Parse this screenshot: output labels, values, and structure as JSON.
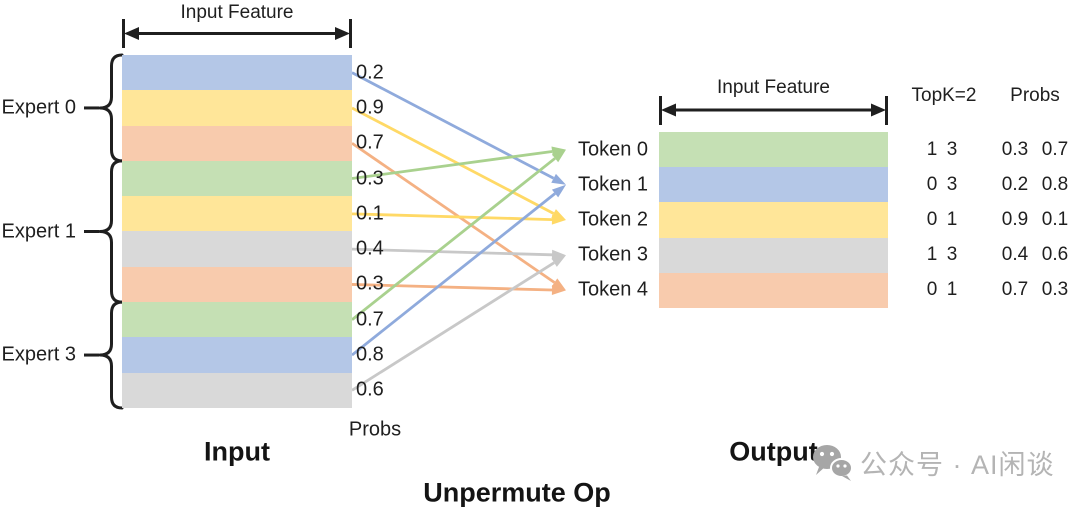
{
  "input": {
    "feature_label": "Input Feature",
    "caption": "Input",
    "probs_caption": "Probs",
    "experts": [
      {
        "label": "Expert 0",
        "rows": [
          0,
          3
        ]
      },
      {
        "label": "Expert 1",
        "rows": [
          3,
          7
        ]
      },
      {
        "label": "Expert 3",
        "rows": [
          7,
          10
        ]
      }
    ],
    "rows": [
      {
        "color": "blue",
        "prob": "0.2",
        "token": 1
      },
      {
        "color": "yellow",
        "prob": "0.9",
        "token": 2
      },
      {
        "color": "orange",
        "prob": "0.7",
        "token": 4
      },
      {
        "color": "green",
        "prob": "0.3",
        "token": 0
      },
      {
        "color": "yellow",
        "prob": "0.1",
        "token": 2
      },
      {
        "color": "gray",
        "prob": "0.4",
        "token": 3
      },
      {
        "color": "orange",
        "prob": "0.3",
        "token": 4
      },
      {
        "color": "green",
        "prob": "0.7",
        "token": 0
      },
      {
        "color": "blue",
        "prob": "0.8",
        "token": 1
      },
      {
        "color": "gray",
        "prob": "0.6",
        "token": 3
      }
    ]
  },
  "tokens": [
    "Token 0",
    "Token 1",
    "Token 2",
    "Token 3",
    "Token 4"
  ],
  "output": {
    "feature_label": "Input Feature",
    "caption": "Output",
    "topk_header": "TopK=2",
    "probs_header": "Probs",
    "rows": [
      {
        "color": "green",
        "topk": [
          "1",
          "3"
        ],
        "probs": [
          "0.3",
          "0.7"
        ]
      },
      {
        "color": "blue",
        "topk": [
          "0",
          "3"
        ],
        "probs": [
          "0.2",
          "0.8"
        ]
      },
      {
        "color": "yellow",
        "topk": [
          "0",
          "1"
        ],
        "probs": [
          "0.9",
          "0.1"
        ]
      },
      {
        "color": "gray",
        "topk": [
          "1",
          "3"
        ],
        "probs": [
          "0.4",
          "0.6"
        ]
      },
      {
        "color": "orange",
        "topk": [
          "0",
          "1"
        ],
        "probs": [
          "0.7",
          "0.3"
        ]
      }
    ]
  },
  "operation_label": "Unpermute Op",
  "watermark": {
    "icon": "wechat-icon",
    "text": "公众号 · AI闲谈"
  },
  "colors": {
    "row_fills": {
      "blue": "#B4C7E7",
      "yellow": "#FFE699",
      "orange": "#F8CBAD",
      "green": "#C5E0B4",
      "gray": "#D9D9D9"
    },
    "arrow_strokes": {
      "blue": "#8FAADC",
      "yellow": "#FFD966",
      "orange": "#F4B183",
      "green": "#A9D18E",
      "gray": "#C8C8C8"
    },
    "ink": "#1f1f1f"
  }
}
